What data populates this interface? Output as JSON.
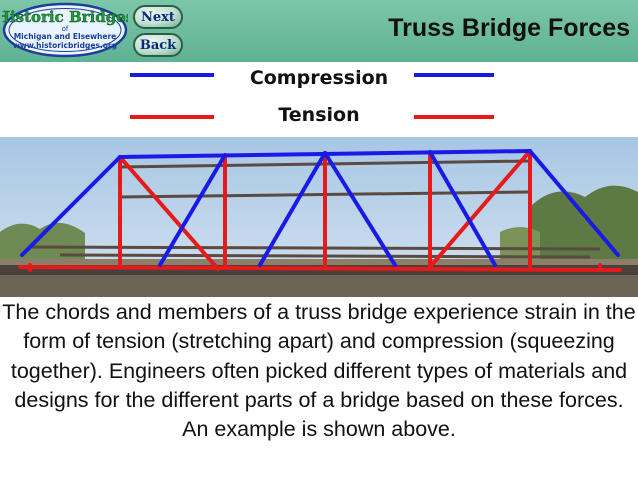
{
  "header": {
    "title": "Truss Bridge Forces",
    "background_color": "#6dbb9d"
  },
  "logo": {
    "line1": "Historic Bridges",
    "line2": "of",
    "line3": "Michigan and Elsewhere",
    "line4": "www.historicbridges.org"
  },
  "nav": {
    "next_label": "Next",
    "back_label": "Back"
  },
  "legend": {
    "compression_label": "Compression",
    "compression_color": "#1a1ae6",
    "tension_label": "Tension",
    "tension_color": "#e61a1a"
  },
  "photo": {
    "icon": "truss-bridge-photo"
  },
  "caption": "The chords and members of a truss bridge experience strain in the form of tension (stretching apart) and compression (squeezing together). Engineers often picked different types of materials and designs for the different parts of a bridge based on these forces. An example is shown above."
}
